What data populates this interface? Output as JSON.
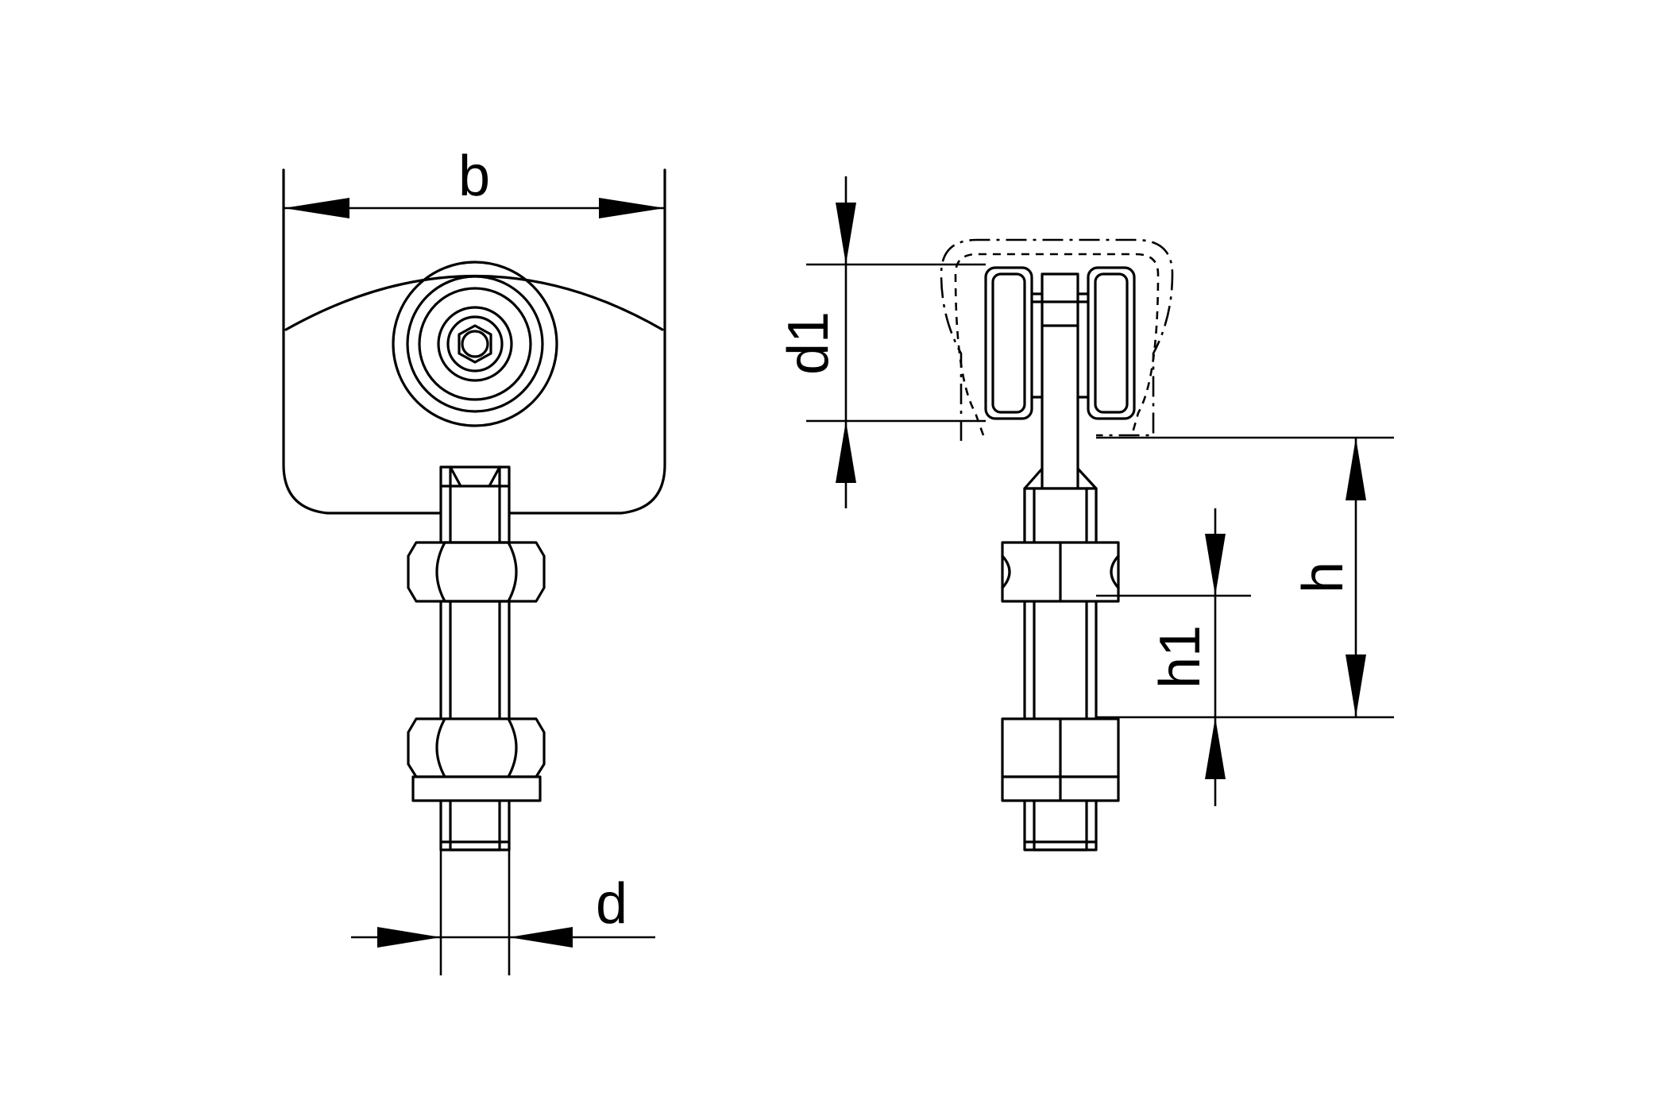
{
  "labels": {
    "b": "b",
    "d": "d",
    "d1": "d1",
    "h": "h",
    "h1": "h1"
  },
  "colors": {
    "line": "#000000",
    "background": "#ffffff"
  }
}
